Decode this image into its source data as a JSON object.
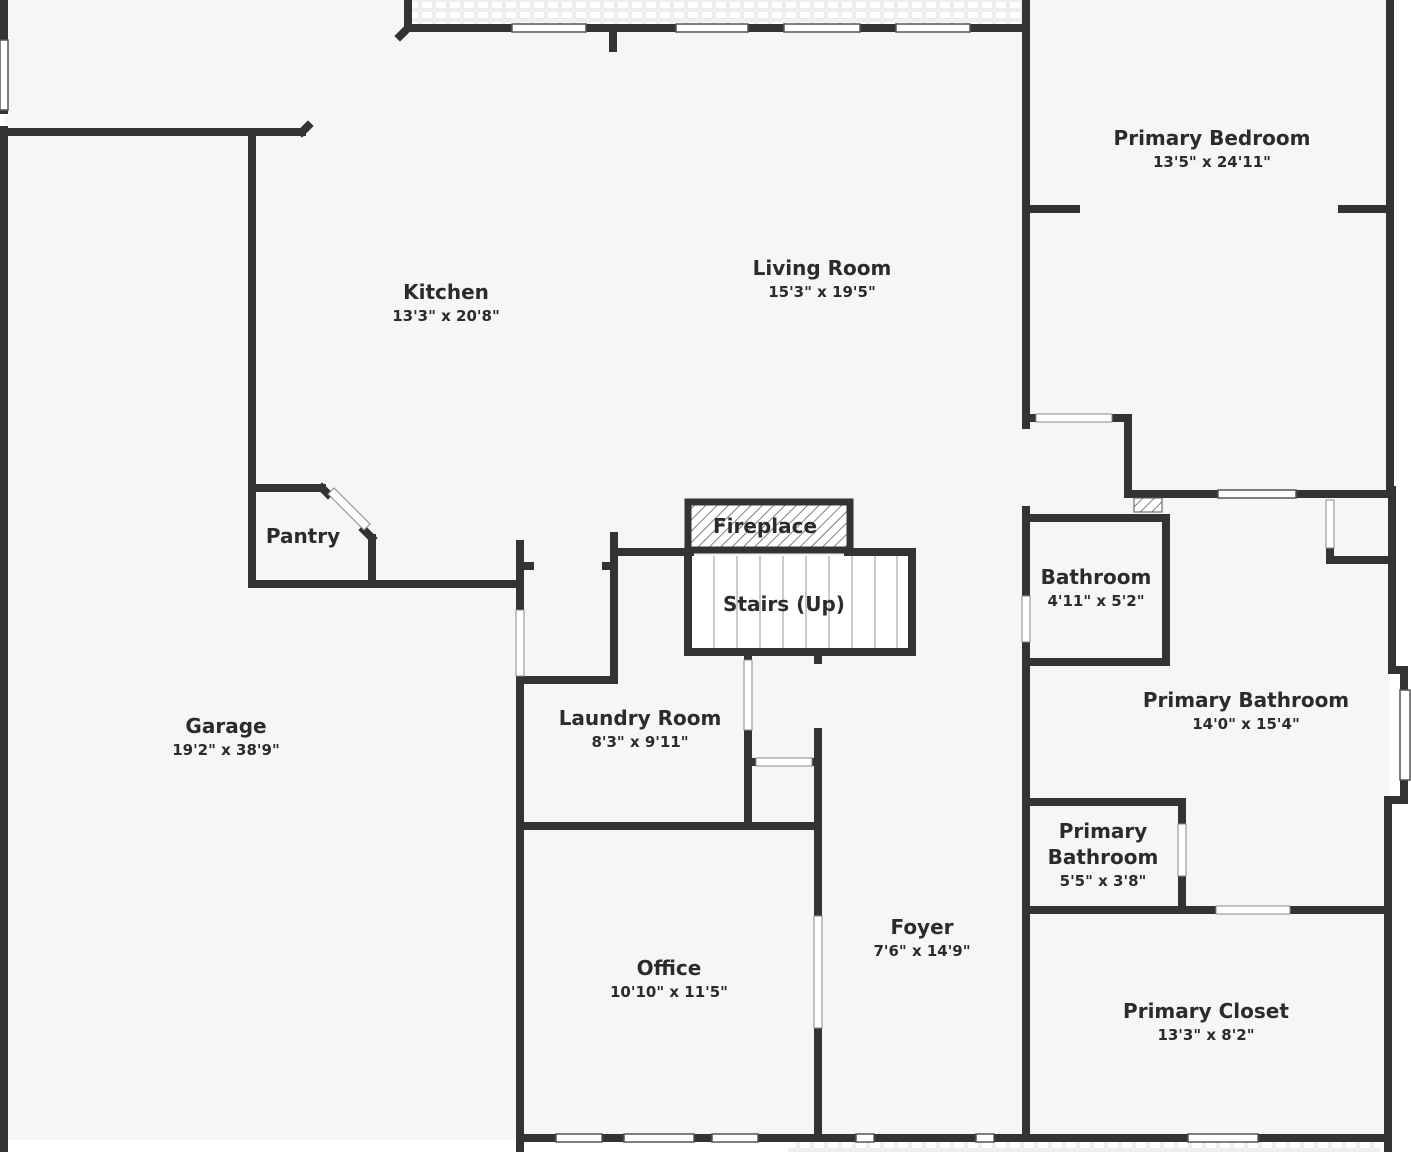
{
  "rooms": {
    "primary_bedroom": {
      "name": "Primary Bedroom",
      "dims": "13'5\" x 24'11\""
    },
    "living_room": {
      "name": "Living Room",
      "dims": "15'3\" x 19'5\""
    },
    "kitchen": {
      "name": "Kitchen",
      "dims": "13'3\" x 20'8\""
    },
    "pantry": {
      "name": "Pantry"
    },
    "fireplace": {
      "name": "Fireplace"
    },
    "stairs": {
      "name": "Stairs (Up)"
    },
    "bathroom": {
      "name": "Bathroom",
      "dims": "4'11\" x 5'2\""
    },
    "garage": {
      "name": "Garage",
      "dims": "19'2\" x 38'9\""
    },
    "laundry_room": {
      "name": "Laundry Room",
      "dims": "8'3\" x 9'11\""
    },
    "primary_bathroom": {
      "name": "Primary Bathroom",
      "dims": "14'0\" x 15'4\""
    },
    "primary_bathroom_small": {
      "name_line1": "Primary",
      "name_line2": "Bathroom",
      "dims": "5'5\" x 3'8\""
    },
    "foyer": {
      "name": "Foyer",
      "dims": "7'6\" x 14'9\""
    },
    "office": {
      "name": "Office",
      "dims": "10'10\" x 11'5\""
    },
    "primary_closet": {
      "name": "Primary Closet",
      "dims": "13'3\" x 8'2\""
    }
  },
  "colors": {
    "floor": "#f6f6f6",
    "wall": "#333333",
    "text": "#2b2b2b"
  }
}
